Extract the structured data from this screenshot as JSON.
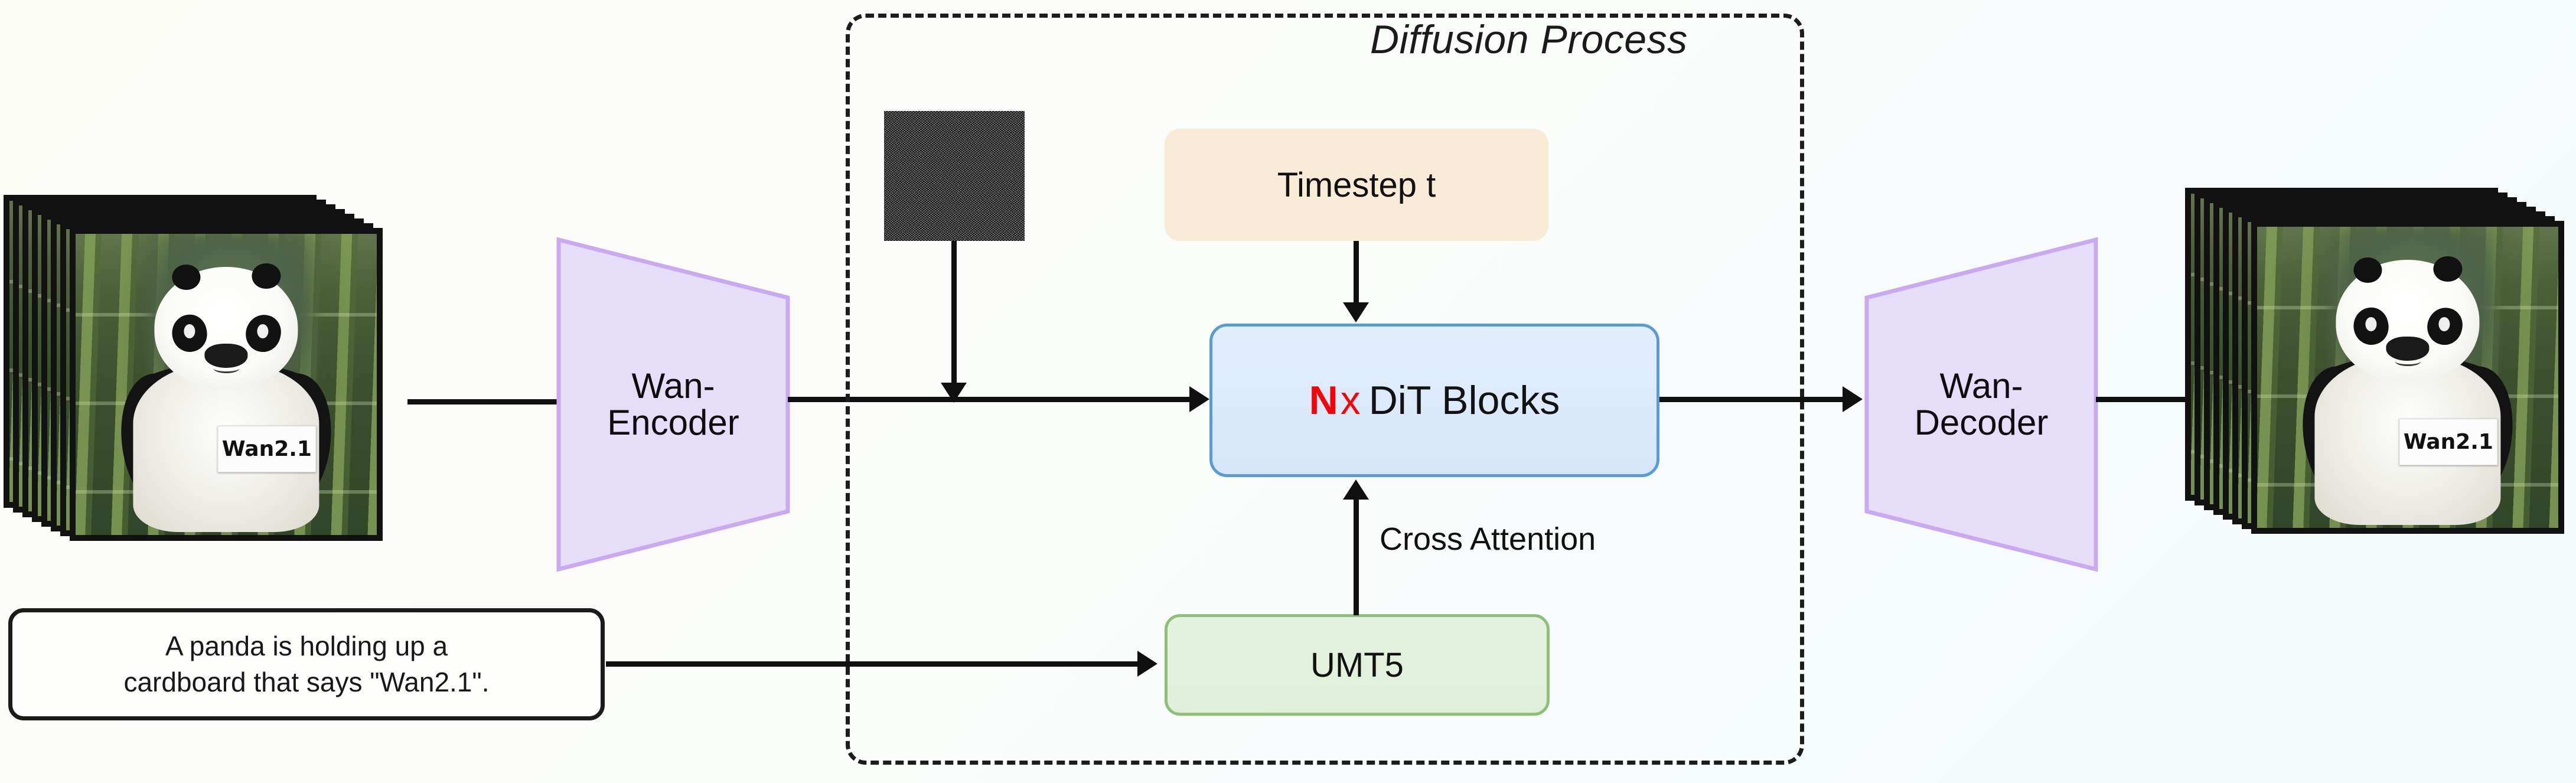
{
  "diagram": {
    "title": "Wan2.1 text-to-video diffusion pipeline",
    "diffusion_group_label": "Diffusion Process"
  },
  "colors": {
    "accent_red": "#fb0007",
    "dit_fill": "#dbe8f7",
    "dit_border": "#5b9bd5",
    "umt5_fill": "#e2efdd",
    "umt5_border": "#8cc178",
    "timestep_fill": "#f8ecd7",
    "vae_fill": "#e6ddf9",
    "vae_border": "#c9a9f0",
    "line": "#101010",
    "background_start": "#fdfdf8",
    "background_end": "#f2fafb"
  },
  "input": {
    "video_stack_name": "Input video frames",
    "frame_count": 8,
    "sign_text": "Wan2.1"
  },
  "output": {
    "video_stack_name": "Generated video frames",
    "frame_count": 8,
    "sign_text": "Wan2.1"
  },
  "encoder": {
    "line1": "Wan-",
    "line2": "Encoder"
  },
  "decoder": {
    "line1": "Wan-",
    "line2": "Decoder"
  },
  "noise": {
    "label": "gaussian-noise-latent"
  },
  "timestep": {
    "label": "Timestep t"
  },
  "dit": {
    "repeat_symbol": "N",
    "times_symbol": "x",
    "label": "DiT Blocks"
  },
  "text_encoder": {
    "label": "UMT5"
  },
  "prompt": {
    "line1": "A panda is holding up a",
    "line2": "cardboard that says \"Wan2.1\"."
  },
  "connectors": {
    "cross_attention_label": "Cross Attention"
  }
}
